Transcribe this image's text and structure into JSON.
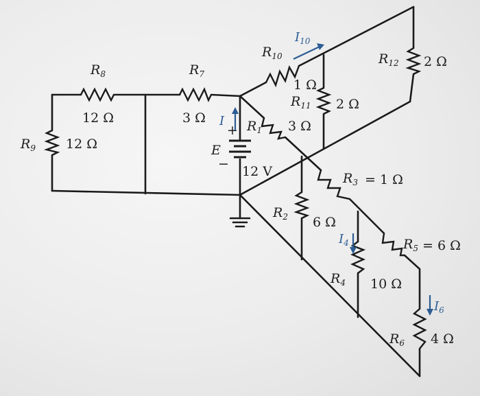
{
  "resistors": {
    "R8": {
      "name": "R",
      "sub": "8",
      "value": "12 Ω"
    },
    "R7": {
      "name": "R",
      "sub": "7",
      "value": "3 Ω"
    },
    "R9": {
      "name": "R",
      "sub": "9",
      "value": "12 Ω"
    },
    "R10": {
      "name": "R",
      "sub": "10",
      "value": "1 Ω"
    },
    "R11": {
      "name": "R",
      "sub": "11",
      "value": "2 Ω"
    },
    "R12": {
      "name": "R",
      "sub": "12",
      "value": "2 Ω"
    },
    "R1": {
      "name": "R",
      "sub": "1",
      "value": "3 Ω"
    },
    "R2": {
      "name": "R",
      "sub": "2",
      "value": "6 Ω"
    },
    "R3": {
      "name": "R",
      "sub": "3",
      "value": "= 1 Ω"
    },
    "R4": {
      "name": "R",
      "sub": "4",
      "value": "10 Ω"
    },
    "R5": {
      "name": "R",
      "sub": "5",
      "value": "= 6 Ω"
    },
    "R6": {
      "name": "R",
      "sub": "6",
      "value": "4 Ω"
    }
  },
  "source": {
    "name": "E",
    "value": "12 V",
    "plus": "+",
    "minus": "−"
  },
  "currents": {
    "I": {
      "name": "I",
      "sub": ""
    },
    "I10": {
      "name": "I",
      "sub": "10"
    },
    "I4": {
      "name": "I",
      "sub": "4"
    },
    "I6": {
      "name": "I",
      "sub": "6"
    }
  },
  "colors": {
    "wire": "#1a1a1a",
    "current": "#2b5c93",
    "paper": "#efefef"
  }
}
